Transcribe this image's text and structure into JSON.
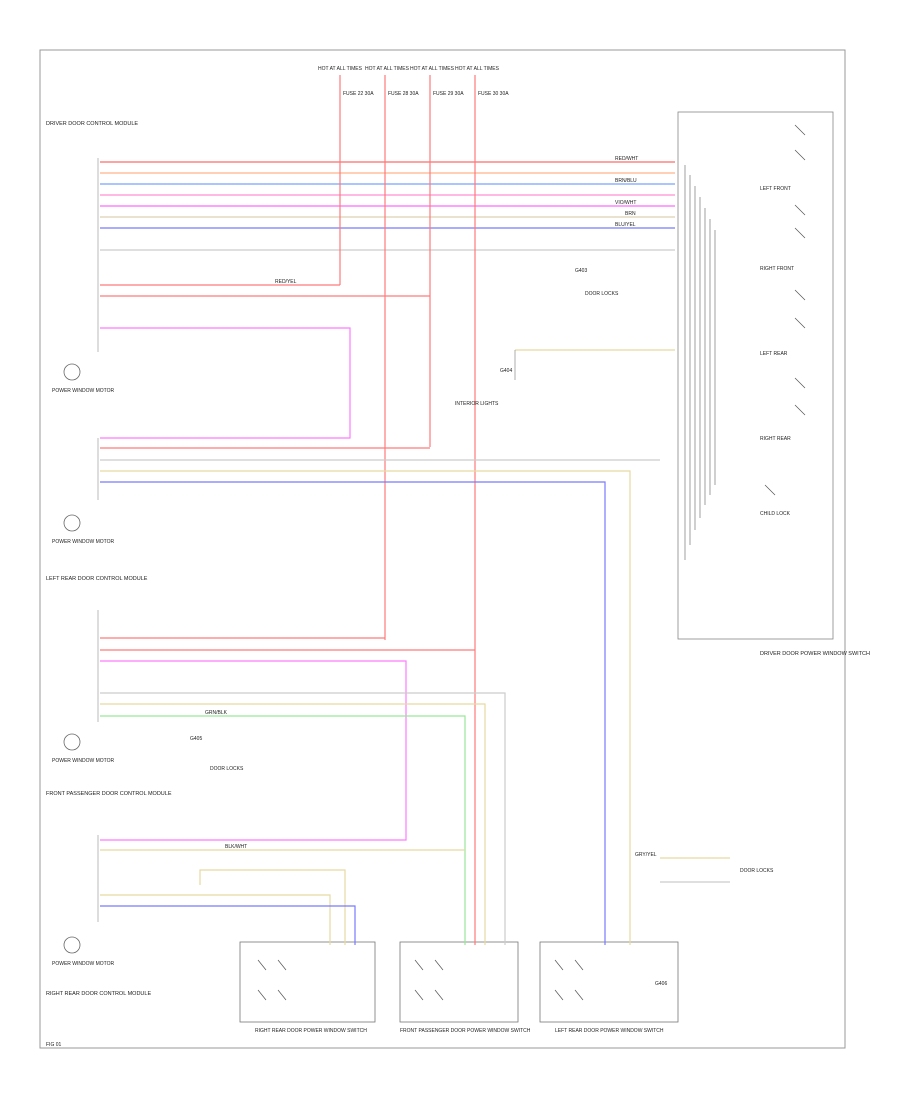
{
  "diagram": {
    "fuses": [
      "HOT AT ALL TIMES",
      "HOT AT ALL TIMES",
      "HOT AT ALL TIMES",
      "HOT AT ALL TIMES"
    ],
    "fuse_labels": [
      "FUSE 22 30A",
      "FUSE 28 30A",
      "FUSE 29 30A",
      "FUSE 30 30A"
    ],
    "modules": [
      "DRIVER DOOR CONTROL MODULE",
      "LEFT REAR DOOR CONTROL MODULE",
      "FRONT PASSENGER DOOR CONTROL MODULE",
      "RIGHT REAR DOOR CONTROL MODULE"
    ],
    "motors": [
      "POWER WINDOW MOTOR",
      "POWER WINDOW MOTOR",
      "POWER WINDOW MOTOR",
      "POWER WINDOW MOTOR"
    ],
    "switch_blocks": [
      "RIGHT REAR DOOR POWER WINDOW SWITCH",
      "FRONT PASSENGER DOOR POWER WINDOW SWITCH",
      "LEFT REAR DOOR POWER WINDOW SWITCH"
    ],
    "master_switch": "DRIVER DOOR POWER WINDOW SWITCH",
    "master_sub": [
      "LEFT FRONT",
      "RIGHT FRONT",
      "LEFT REAR",
      "RIGHT REAR",
      "CHILD LOCK"
    ],
    "grounds": [
      "G403",
      "G404",
      "G405",
      "G406"
    ],
    "refs": [
      "DOOR LOCKS",
      "INTERIOR LIGHTS",
      "DOOR LOCKS",
      "DOOR LOCKS"
    ],
    "wire_colors": [
      "RED/WHT",
      "BRN",
      "BRN/BLU",
      "VIO/WHT",
      "BLU/YEL",
      "GRN/BLK",
      "RED/YEL",
      "BLK/WHT",
      "GRY/YEL"
    ],
    "footer_code": "FIG 01"
  }
}
